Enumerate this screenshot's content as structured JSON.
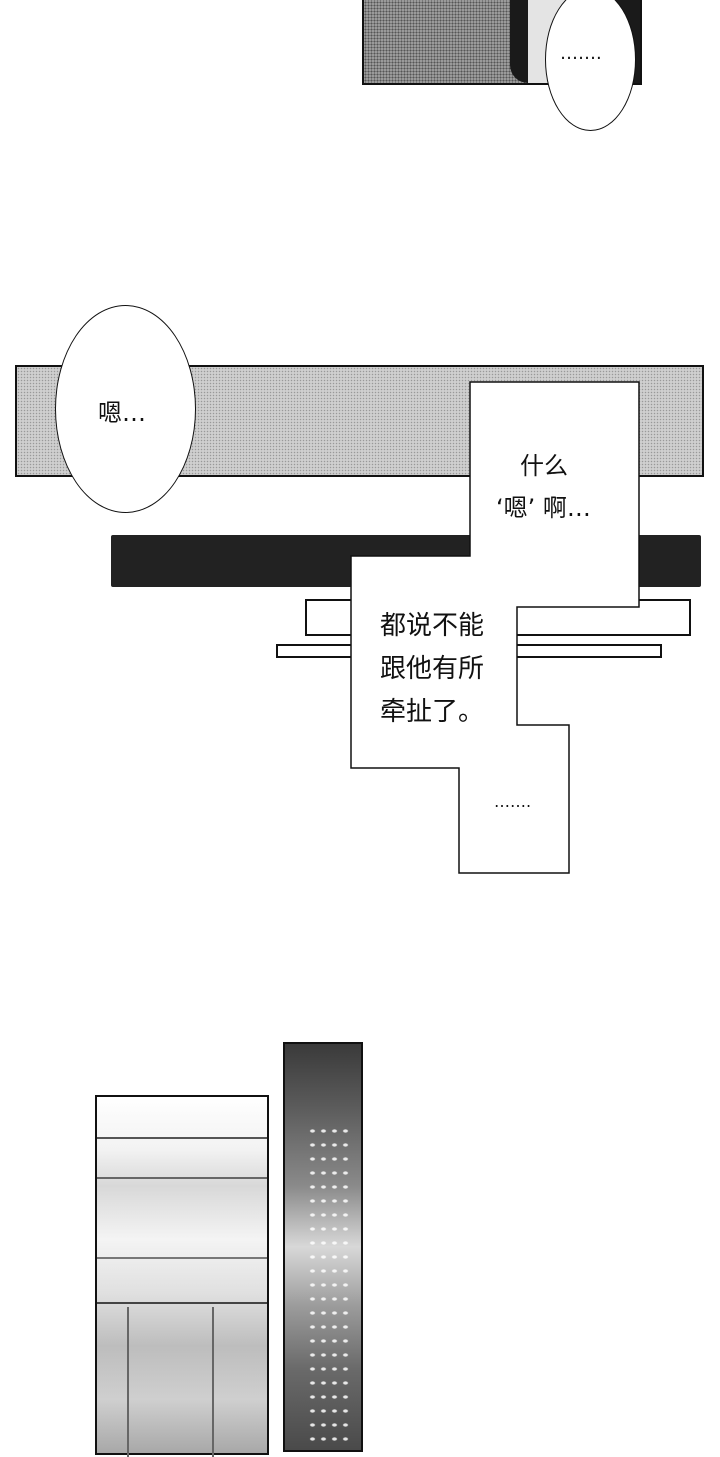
{
  "panels": {
    "top": {
      "bubble_text": "……."
    },
    "middle": {
      "bubble_text": "嗯…",
      "narration_1": [
        "什么",
        "‘嗯’ 啊…"
      ],
      "narration_2": [
        "都说不能",
        "跟他有所",
        "牵扯了。"
      ],
      "narration_3": "……."
    }
  },
  "colors": {
    "ink": "#111111",
    "dark_bar": "#222222",
    "gray_panel": "#cfcfcf"
  }
}
